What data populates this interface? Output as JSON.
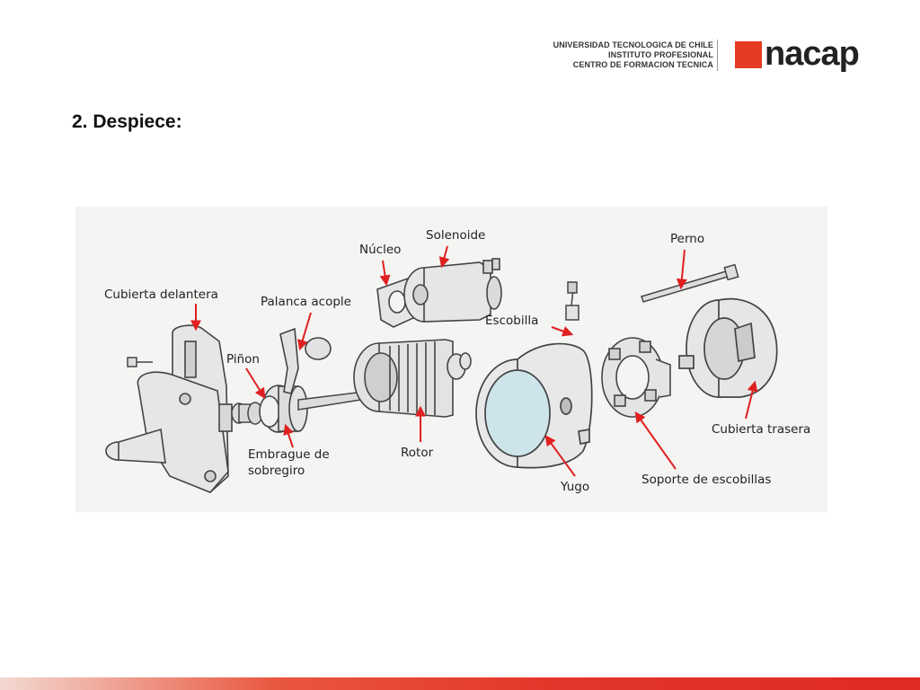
{
  "header": {
    "lines": [
      "UNIVERSIDAD TECNOLOGICA DE CHILE",
      "INSTITUTO PROFESIONAL",
      "CENTRO DE FORMACION TECNICA"
    ],
    "logo_text": "nacap",
    "brand_color": "#e63a24"
  },
  "title": "2.  Despiece:",
  "diagram": {
    "labels": {
      "cubierta_delantera": "Cubierta delantera",
      "palanca_acople": "Palanca acople",
      "nucleo": "Núcleo",
      "solenoide": "Solenoide",
      "perno": "Perno",
      "escobilla": "Escobilla",
      "pinon": "Piñon",
      "embrague_1": "Embrague de",
      "embrague_2": "sobregiro",
      "rotor": "Rotor",
      "yugo": "Yugo",
      "soporte": "Soporte de escobillas",
      "cubierta_trasera": "Cubierta trasera"
    },
    "arrow_color": "#e02020"
  }
}
